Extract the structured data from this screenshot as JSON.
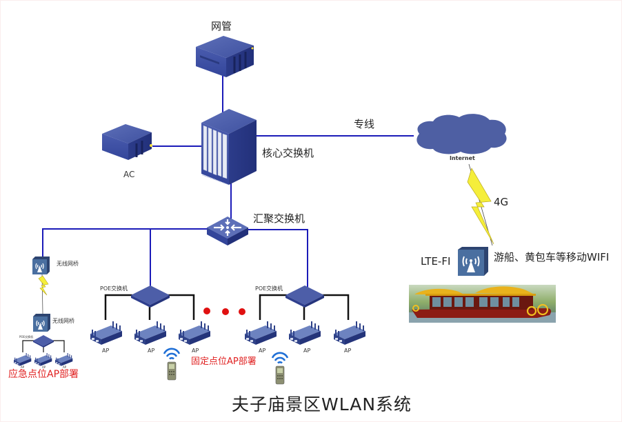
{
  "title": "夫子庙景区WLAN系统",
  "nodes": {
    "nms": {
      "label": "网管",
      "icon": "server-icon"
    },
    "core_switch": {
      "label": "核心交换机",
      "icon": "chassis-switch-icon"
    },
    "ac": {
      "label": "AC",
      "icon": "server-icon"
    },
    "aggregation_switch": {
      "label": "汇聚交换机",
      "icon": "router-switch-icon"
    },
    "internet": {
      "label": "Internet",
      "icon": "cloud-icon"
    },
    "lte_fi": {
      "label": "LTE-FI",
      "icon": "wireless-ap-icon"
    },
    "mobile_wifi": {
      "label": "游船、黄包车等移动WIFI",
      "icon": "boat-image"
    },
    "bridge_top": {
      "label": "无线网桥",
      "icon": "wireless-bridge-icon"
    },
    "bridge_bottom": {
      "label": "无线网桥",
      "icon": "wireless-bridge-icon"
    },
    "poe_emergency": {
      "label": "POE交换机"
    },
    "poe_left": {
      "label": "POE交换机"
    },
    "poe_right": {
      "label": "POE交换机"
    }
  },
  "links": {
    "leased_line": "专线",
    "cellular": "4G"
  },
  "ap_label": "AP",
  "emergency_aps": [
    "AP",
    "AP",
    "AP"
  ],
  "fixed_aps_left": [
    "AP",
    "AP",
    "AP"
  ],
  "fixed_aps_right": [
    "AP",
    "AP",
    "AP"
  ],
  "captions": {
    "emergency": "应急点位AP部署",
    "fixed": "固定点位AP部署"
  },
  "colors": {
    "link_blue": "#1a1ab8",
    "device_blue": "#3a4f9e",
    "cloud": "#4e5fa3",
    "lightning": "#f5ee3a",
    "ellipsis_red": "#e01010",
    "caption_red": "#e02020"
  }
}
